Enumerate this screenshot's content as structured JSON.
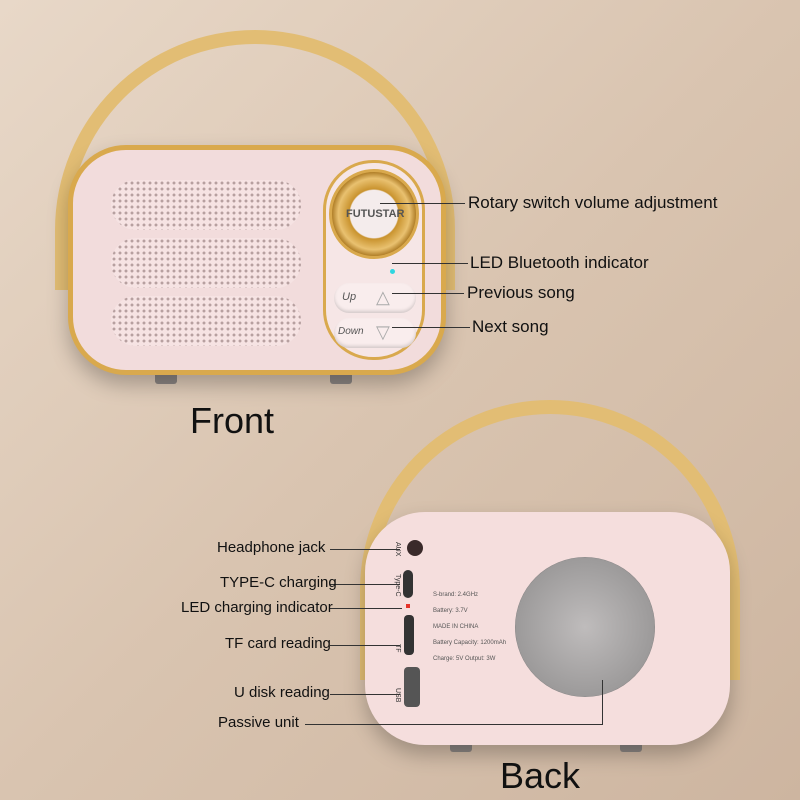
{
  "front": {
    "title": "Front",
    "brand": "FUTUSTAR",
    "buttons": {
      "up": "Up",
      "down": "Down"
    },
    "callouts": [
      "Rotary switch volume adjustment",
      "LED Bluetooth indicator",
      "Previous song",
      "Next song"
    ]
  },
  "back": {
    "title": "Back",
    "port_labels": [
      "AUX",
      "Type-C",
      "TF",
      "USB"
    ],
    "spec_text": [
      "S-brand: 2.4GHz",
      "Battery: 3.7V",
      "MADE IN CHINA",
      "Battery Capacity: 1200mAh",
      "Charge: 5V  Output: 3W"
    ],
    "callouts": [
      "Headphone jack",
      "TYPE-C charging",
      "LED charging indicator",
      "TF card reading",
      "U disk reading",
      "Passive unit"
    ]
  },
  "colors": {
    "body": "#f2dcdc",
    "trim": "#d9a94d",
    "handle": "#e2bd74",
    "led_bluetooth": "#2fd6e0",
    "led_charge": "#e5332a"
  }
}
